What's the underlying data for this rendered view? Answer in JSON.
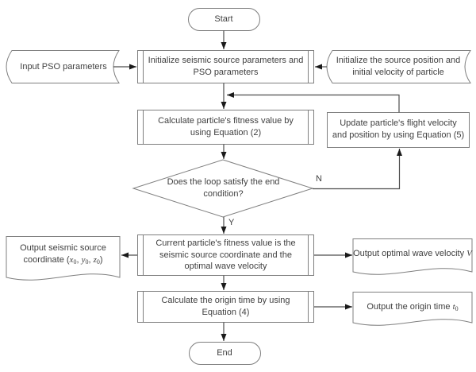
{
  "diagram": {
    "colors": {
      "background": "#ffffff",
      "shape_fill": "#ffffff",
      "shape_border": "#7f7f7f",
      "text": "#404040",
      "arrow_line": "#4d4d4d",
      "arrow_head": "#1a1a1a"
    },
    "nodes": {
      "start": {
        "lines": [
          "Start"
        ]
      },
      "input_pso": {
        "lines": [
          "Input PSO parameters"
        ]
      },
      "init_params": {
        "lines": [
          "Initialize seismic source  parameters and",
          "PSO parameters"
        ]
      },
      "init_source": {
        "lines": [
          "Initialize the source position and",
          "initial velocity of particle"
        ]
      },
      "calc_fitness": {
        "lines": [
          "Calculate particle's fitness value by",
          "using Equation (2)"
        ]
      },
      "update_velocity": {
        "lines": [
          "Update particle's flight velocity",
          "and position by using Equation (5)"
        ]
      },
      "loop_decision": {
        "lines": [
          "Does the loop satisfy the end",
          "condition?"
        ]
      },
      "current_particle": {
        "lines": [
          "Current particle's fitness value is the",
          "seismic source coordinate and  the",
          "optimal wave velocity"
        ]
      },
      "output_coordinate": {
        "line1": "Output seismic source",
        "line2_prefix": "coordinate (",
        "var_x": "x",
        "var_y": "y",
        "var_z": "z",
        "subscript": "0",
        "separator": ", ",
        "line2_suffix": ")"
      },
      "output_velocity": {
        "text": "Output optimal wave velocity ",
        "var": "V"
      },
      "calc_origin": {
        "lines": [
          "Calculate the origin time by using",
          "Equation (4)"
        ]
      },
      "output_time": {
        "text": "Output the origin time ",
        "var": "t",
        "sub": "0"
      },
      "end": {
        "lines": [
          "End"
        ]
      }
    },
    "edge_labels": {
      "no": "N",
      "yes": "Y"
    }
  }
}
